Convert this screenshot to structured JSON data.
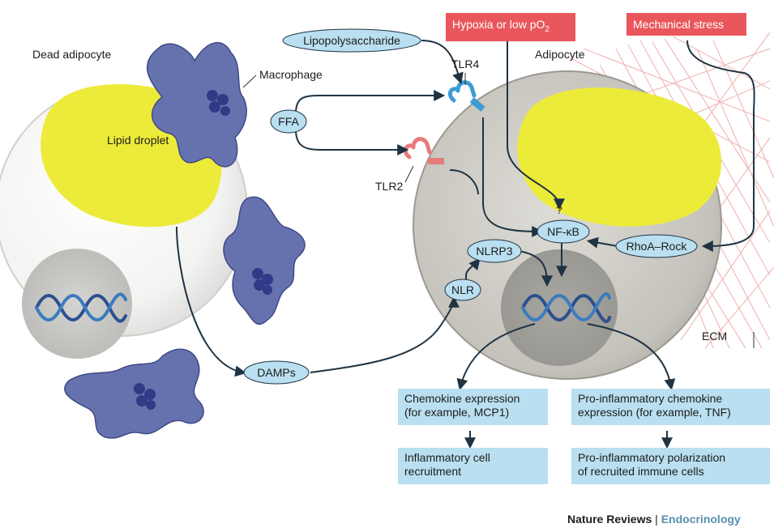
{
  "labels": {
    "dead_adipocyte": "Dead adipocyte",
    "macrophage": "Macrophage",
    "lipid_droplet": "Lipid droplet",
    "adipocyte": "Adipocyte",
    "tlr4": "TLR4",
    "tlr2": "TLR2",
    "ecm": "ECM",
    "question": "?"
  },
  "pills": {
    "lps": "Lipopolysaccharide",
    "ffa": "FFA",
    "damps": "DAMPs",
    "nfkb": "NF-κB",
    "nlrp3": "NLRP3",
    "nlr": "NLR",
    "rhoa": "RhoA–Rock"
  },
  "stressors": {
    "hypoxia_text": "Hypoxia or low pO",
    "hypoxia_sub": "2",
    "mechanical": "Mechanical stress"
  },
  "outcomes": {
    "chemokine": "Chemokine expression\n(for example, MCP1)",
    "proinflam_chemokine": "Pro-inflammatory chemokine\nexpression (for example, TNF)",
    "recruitment": "Inflammatory cell\nrecruitment",
    "polarization": "Pro-inflammatory polarization\nof recruited immune cells"
  },
  "footer": {
    "journal": "Nature Reviews",
    "separator": " | ",
    "section": "Endocrinology"
  },
  "colors": {
    "cell_grey": "#c9c8c2",
    "lipid_yellow": "#eceb3a",
    "macrophage_blue": "#6672ad",
    "pill_blue": "#b9dff0",
    "stress_red": "#e9575d",
    "tlr4_blue": "#3d9bd6",
    "tlr2_red": "#e77b7b"
  }
}
